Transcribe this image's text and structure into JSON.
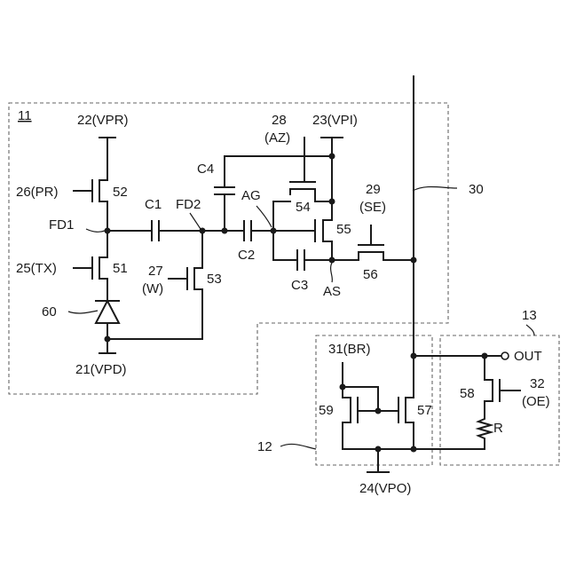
{
  "blocks": {
    "pixel": "11",
    "column_readout": "12",
    "output": "13",
    "signal_line": "30"
  },
  "supplies": {
    "vpr": "22(VPR)",
    "vpi": "23(VPI)",
    "vpd": "21(VPD)",
    "vpo": "24(VPO)"
  },
  "control_signals": {
    "pr": "26(PR)",
    "tx": "25(TX)",
    "w_num": "27",
    "w": "(W)",
    "az_num": "28",
    "az": "(AZ)",
    "se_num": "29",
    "se": "(SE)",
    "br": "31(BR)",
    "oe_num": "32",
    "oe": "(OE)"
  },
  "transistors": {
    "t52": "52",
    "t51": "51",
    "t53": "53",
    "t54": "54",
    "t55": "55",
    "t56": "56",
    "t57": "57",
    "t58": "58",
    "t59": "59"
  },
  "photodiode": "60",
  "capacitors": {
    "c1": "C1",
    "c2": "C2",
    "c3": "C3",
    "c4": "C4"
  },
  "nodes": {
    "fd1": "FD1",
    "fd2": "FD2",
    "ag": "AG",
    "as": "AS"
  },
  "output_label": "OUT",
  "resistor": "R"
}
